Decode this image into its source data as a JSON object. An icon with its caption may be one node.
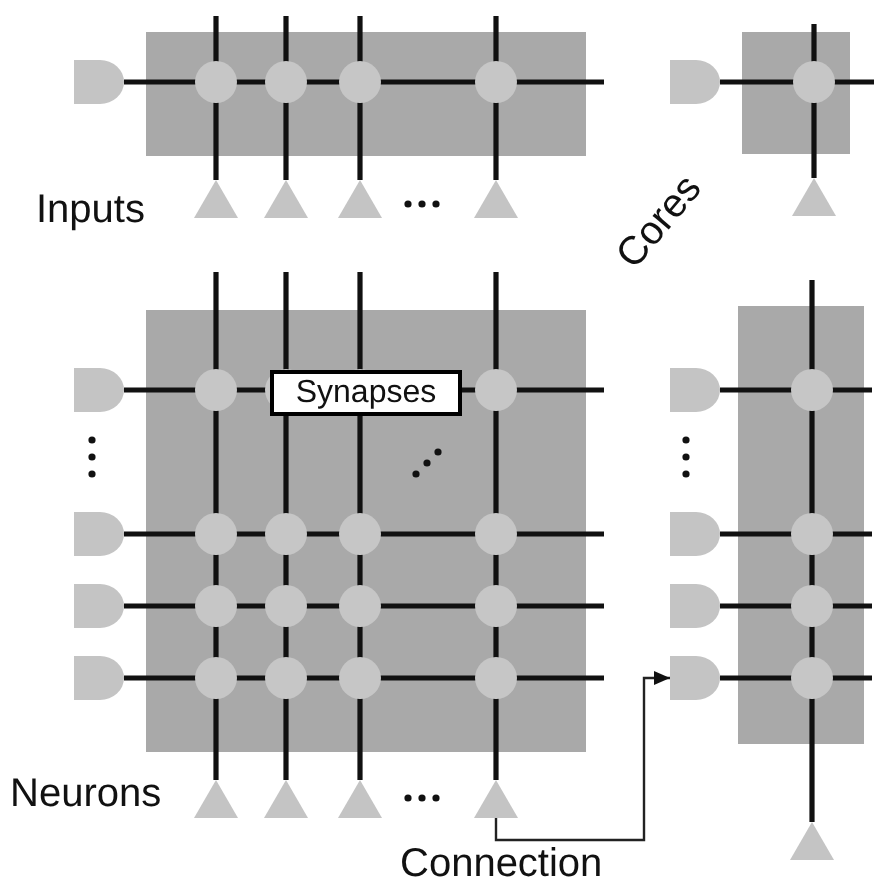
{
  "diagram": {
    "nodes": [
      {
        "text": [],
        "shape": "gate"
      },
      {
        "text": [],
        "shape": "gate"
      },
      {
        "text": [],
        "shape": "triangle"
      },
      {
        "text": [],
        "shape": "triangle"
      },
      {
        "text": [],
        "shape": "triangle"
      },
      {
        "text": [],
        "shape": "triangle"
      },
      {
        "text": [],
        "shape": "triangle"
      },
      {
        "text": [],
        "shape": "gate"
      },
      {
        "text": [
          "Synapses"
        ]
      },
      {
        "text": [],
        "shape": "gate"
      },
      {
        "text": [],
        "shape": "gate"
      },
      {
        "text": [],
        "shape": "gate"
      },
      {
        "text": [],
        "shape": "gate"
      },
      {
        "text": [],
        "shape": "gate"
      },
      {
        "text": [],
        "shape": "gate"
      },
      {
        "text": [],
        "shape": "gate"
      },
      {
        "text": [],
        "shape": "triangle"
      },
      {
        "text": [],
        "shape": "triangle"
      },
      {
        "text": [],
        "shape": "triangle"
      },
      {
        "text": [],
        "shape": "triangle"
      },
      {
        "text": [],
        "shape": "triangle"
      }
    ],
    "edges": [
      {
        "from": 19,
        "to": 15,
        "arrow": "to",
        "label": "Connection"
      }
    ],
    "labels": [
      "Inputs",
      "Cores",
      "Neurons"
    ]
  }
}
